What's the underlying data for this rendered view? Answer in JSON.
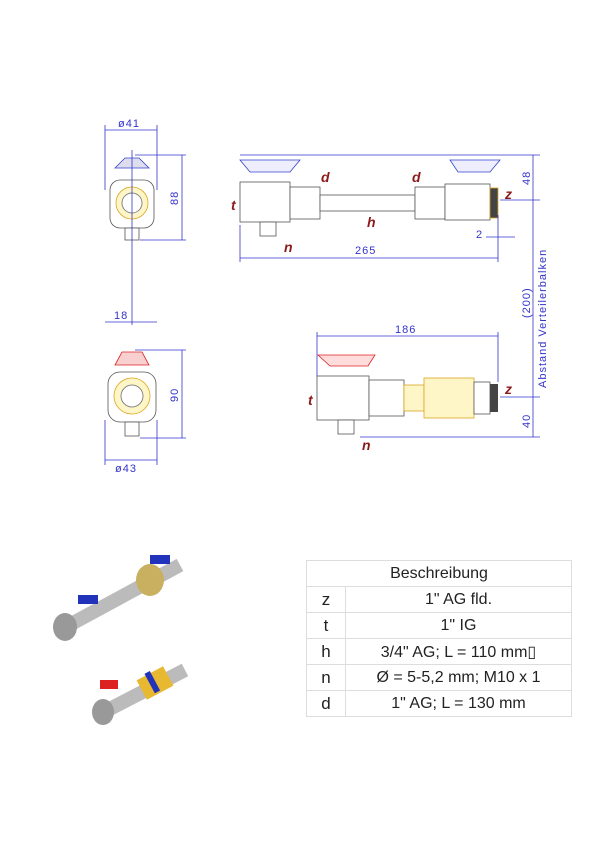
{
  "drawing": {
    "side_top": {
      "diameter": "ø41",
      "height": "88",
      "offset": "18"
    },
    "side_bottom": {
      "diameter": "ø43",
      "height": "90"
    },
    "top_assembly": {
      "length": "265",
      "height": "48",
      "gap": "2",
      "labels": {
        "t": "t",
        "d1": "d",
        "d2": "d",
        "h": "h",
        "n": "n",
        "z": "z"
      }
    },
    "bottom_assembly": {
      "length": "186",
      "height": "40",
      "labels": {
        "t": "t",
        "n": "n",
        "z": "z"
      }
    },
    "spacing": {
      "value": "(200)",
      "label": "Abstand Verteilerbalken"
    },
    "colors": {
      "dimension": "#3333cc",
      "label": "#8b1a1a",
      "blue_handle": "#3344cc",
      "red_handle": "#dd2222"
    }
  },
  "table": {
    "header": "Beschreibung",
    "rows": [
      {
        "key": "z",
        "value": "1\" AG fld."
      },
      {
        "key": "t",
        "value": "1\" IG"
      },
      {
        "key": "h",
        "value": "3/4\" AG; L = 110 mm▯"
      },
      {
        "key": "n",
        "value": "Ø = 5-5,2 mm; M10 x 1"
      },
      {
        "key": "d",
        "value": "1\" AG; L = 130 mm"
      }
    ]
  }
}
